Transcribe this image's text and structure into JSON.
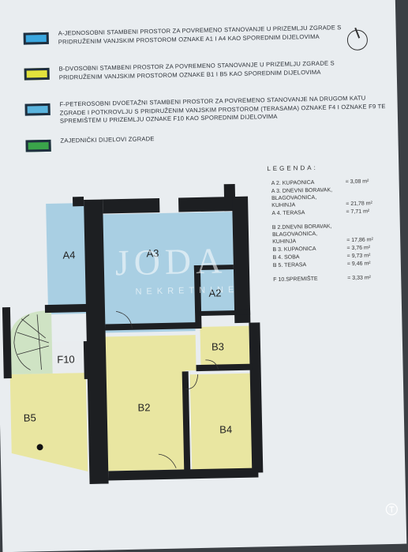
{
  "legend_boxes": [
    {
      "color": "#3aa7e0",
      "text": "A-JEDNOSOBNI STAMBENI PROSTOR ZA POVREMENO STANOVANJE U PRIZEMLJU ZGRADE S PRIDRUŽENIM VANJSKIM PROSTOROM OZNAKE A1 I A4 KAO SPOREDNIM DIJELOVIMA"
    },
    {
      "color": "#e2e23c",
      "text": "B-DVOSOBNI STAMBENI PROSTOR ZA POVREMENO STANOVANJE U PRIZEMLJU ZGRADE S PRIDRUŽENIM VANJSKIM PROSTOROM OZNAKE B1 I B5 KAO SPOREDNIM DIJELOVIMA"
    },
    {
      "color": "#5ab4de",
      "text": "F-PETEROSOBNI DVOETAŽNI STAMBENI PROSTOR ZA POVREMENO STANOVANJE NA DRUGOM KATU ZGRADE I POTKROVLJU S PRIDRUŽENIM VANJSKIM PROSTOROM (TERASAMA) OZNAKE F4 I OZNAKE F9 TE SPREMIŠTEM U PRIZEMLJU OZNAKE F10 KAO SPOREDNIM DIJELOVIMA"
    },
    {
      "color": "#3aa44a",
      "text": "ZAJEDNIČKI DIJELOVI ZGRADE"
    }
  ],
  "legenda": {
    "title": "LEGENDA:",
    "items": [
      {
        "label": "A  2. KUPAONICA",
        "value": "= 3,08 m²"
      },
      {
        "label": "A  3. DNEVNI BORAVAK,",
        "value": ""
      },
      {
        "label": "       BLAGOVAONICA,",
        "value": ""
      },
      {
        "label": "       KUHINJA",
        "value": "= 21,78 m²"
      },
      {
        "label": "A  4. TERASA",
        "value": "= 7,71 m²"
      },
      {
        "label": "B  2.DNEVNI BORAVAK,",
        "value": ""
      },
      {
        "label": "       BLAGOVAONICA,",
        "value": ""
      },
      {
        "label": "       KUHINJA",
        "value": "= 17,86 m²"
      },
      {
        "label": "B  3. KUPAONICA",
        "value": "= 3,76 m²"
      },
      {
        "label": "B  4. SOBA",
        "value": "= 9,73 m²"
      },
      {
        "label": "B  5. TERASA",
        "value": "= 9,46 m²"
      },
      {
        "label": "F  10.SPREMIŠTE",
        "value": "= 3,33 m²"
      }
    ]
  },
  "rooms": {
    "a4": "A4",
    "a3": "A3",
    "a2": "A2",
    "f10": "F10",
    "b3": "B3",
    "b2": "B2",
    "b5": "B5",
    "b4": "B4"
  },
  "watermark": {
    "main": "JODA",
    "sub": "NEKRETNINE"
  },
  "colors": {
    "blue": "#a9cfe3",
    "yellow": "#e9e6a1",
    "green": "#cfe3c4",
    "wall": "#1d1f22"
  }
}
